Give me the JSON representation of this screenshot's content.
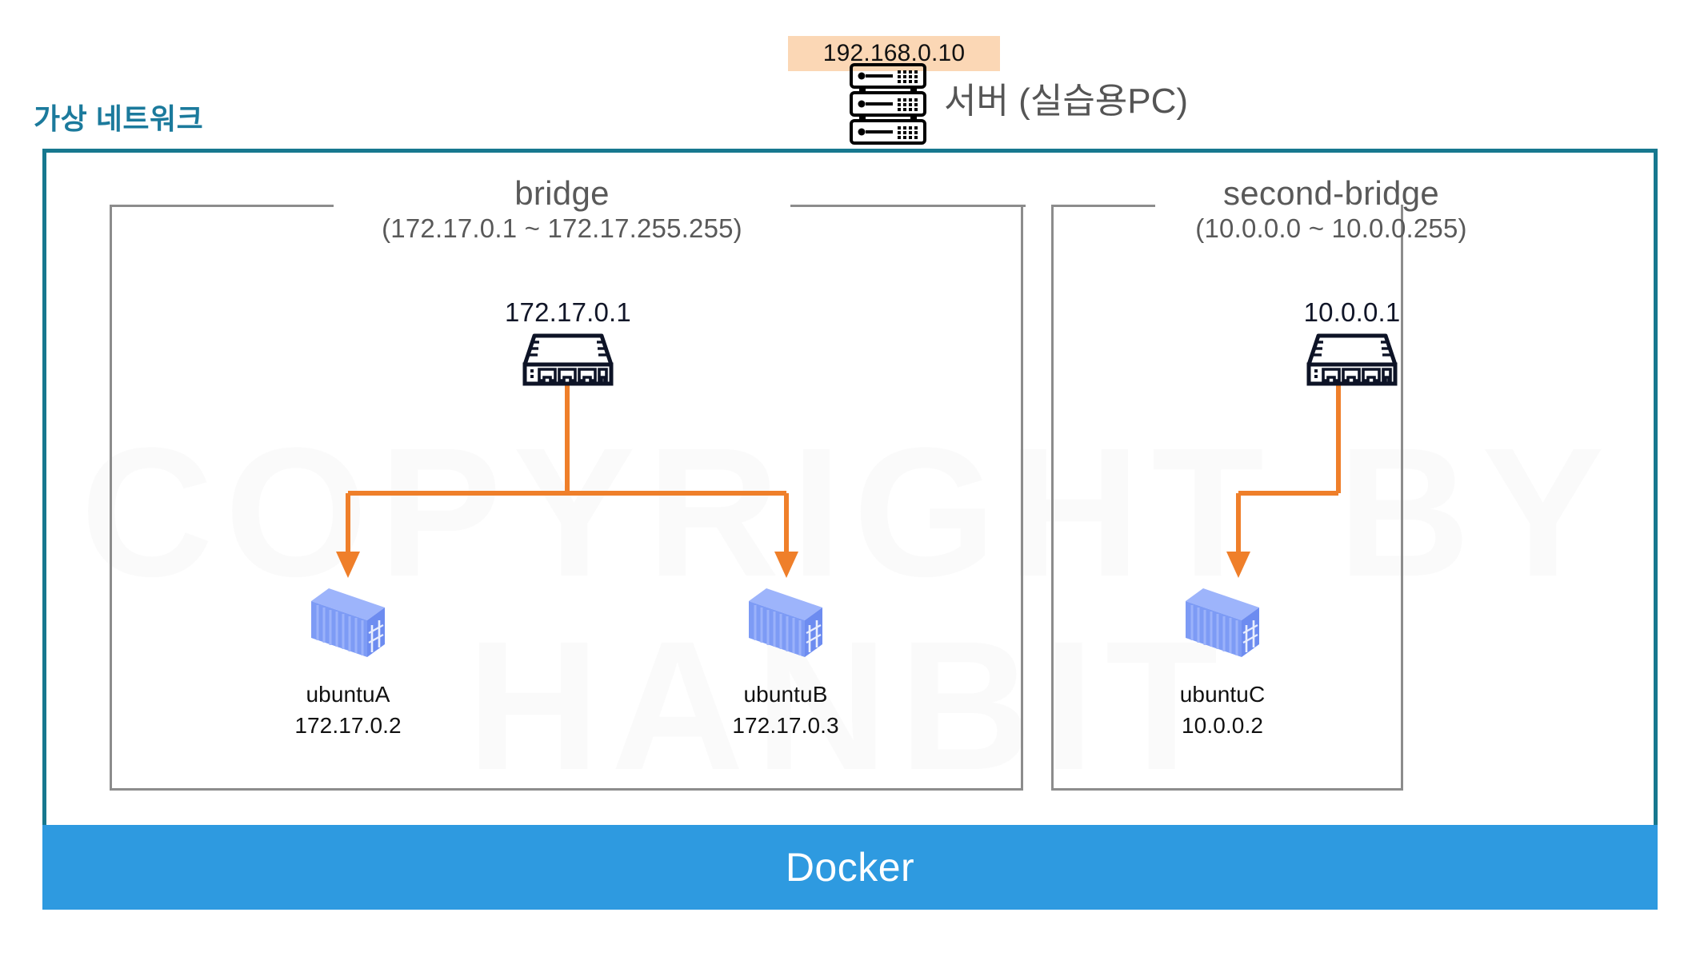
{
  "diagram": {
    "virtual_network_title": "가상 네트워크",
    "watermark_text": "COPYRIGHT BY\nHANBIT",
    "colors": {
      "frame_teal": "#17788f",
      "title_teal": "#1b7a9c",
      "docker_blue": "#2e9ae0",
      "connector_orange": "#ef7f2a",
      "ip_badge_peach": "#fbd7b5",
      "box_gray": "#8c8c8c",
      "container_blue": "#7d9bf5",
      "text_dark": "#111111"
    }
  },
  "server": {
    "ip": "192.168.0.10",
    "label": "서버 (실습용PC)",
    "icon": "server-rack-icon"
  },
  "bridges": [
    {
      "name": "bridge",
      "range": "(172.17.0.1 ~ 172.17.255.255)",
      "gateway": {
        "ip": "172.17.0.1",
        "icon": "network-switch-icon"
      },
      "containers": [
        {
          "name": "ubuntuA",
          "ip": "172.17.0.2",
          "icon": "docker-container-icon"
        },
        {
          "name": "ubuntuB",
          "ip": "172.17.0.3",
          "icon": "docker-container-icon"
        }
      ]
    },
    {
      "name": "second-bridge",
      "range": "(10.0.0.0 ~ 10.0.0.255)",
      "gateway": {
        "ip": "10.0.0.1",
        "icon": "network-switch-icon"
      },
      "containers": [
        {
          "name": "ubuntuC",
          "ip": "10.0.0.2",
          "icon": "docker-container-icon"
        }
      ]
    }
  ],
  "docker": {
    "label": "Docker"
  }
}
